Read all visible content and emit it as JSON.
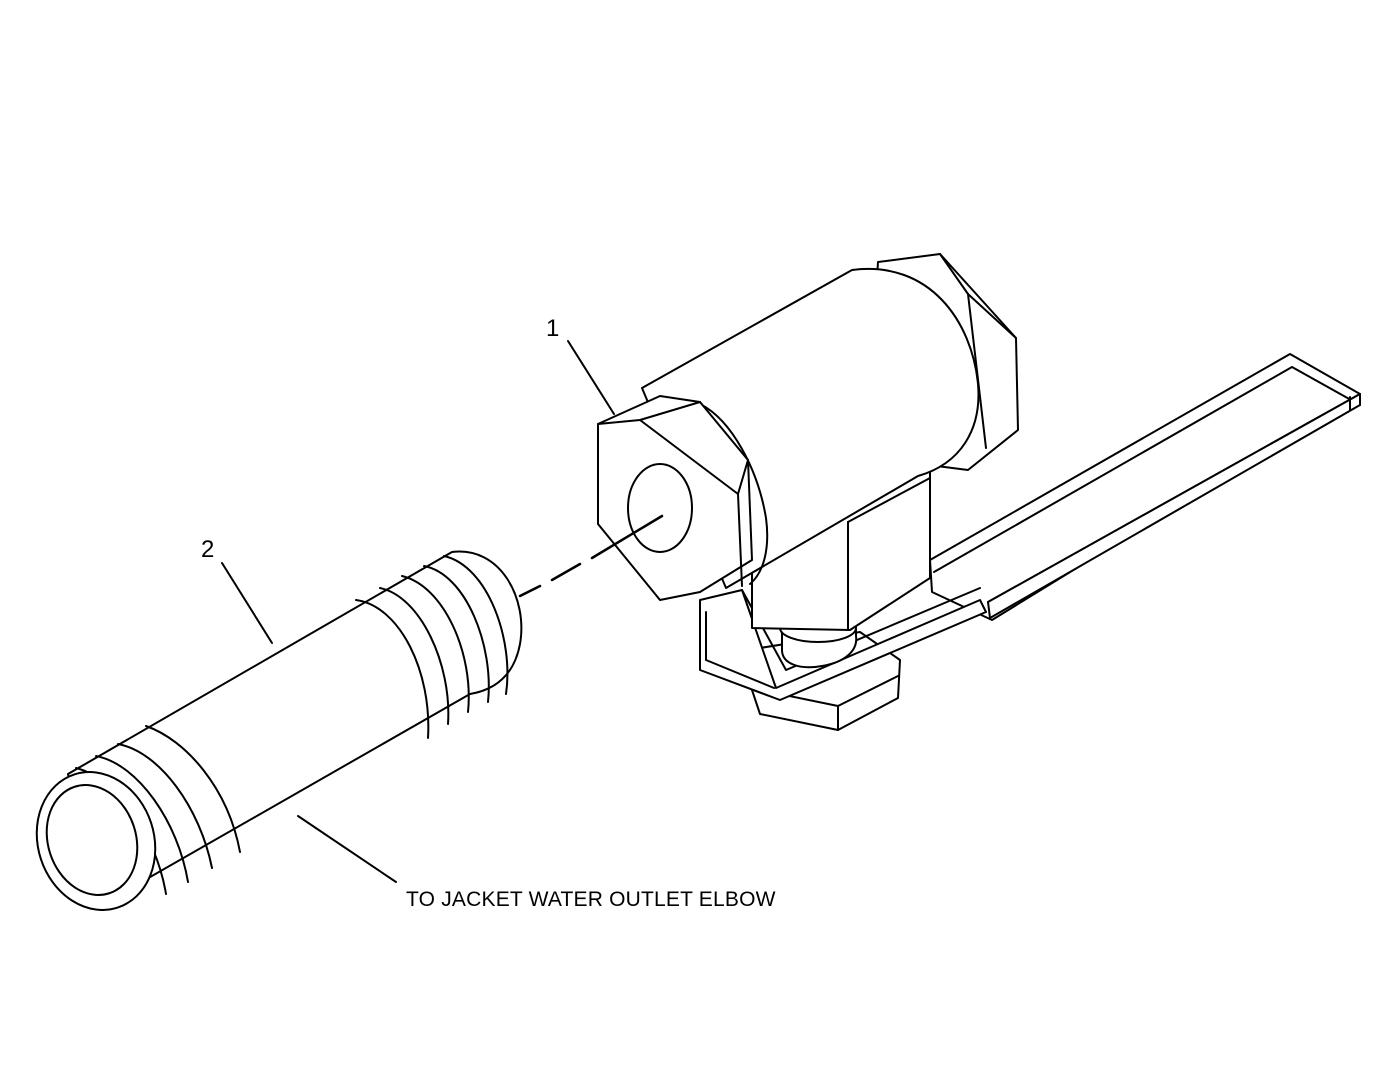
{
  "callouts": {
    "part_1": "1",
    "part_2": "2",
    "note": "TO JACKET WATER OUTLET ELBOW"
  },
  "colors": {
    "line": "#000000",
    "background": "#ffffff"
  }
}
